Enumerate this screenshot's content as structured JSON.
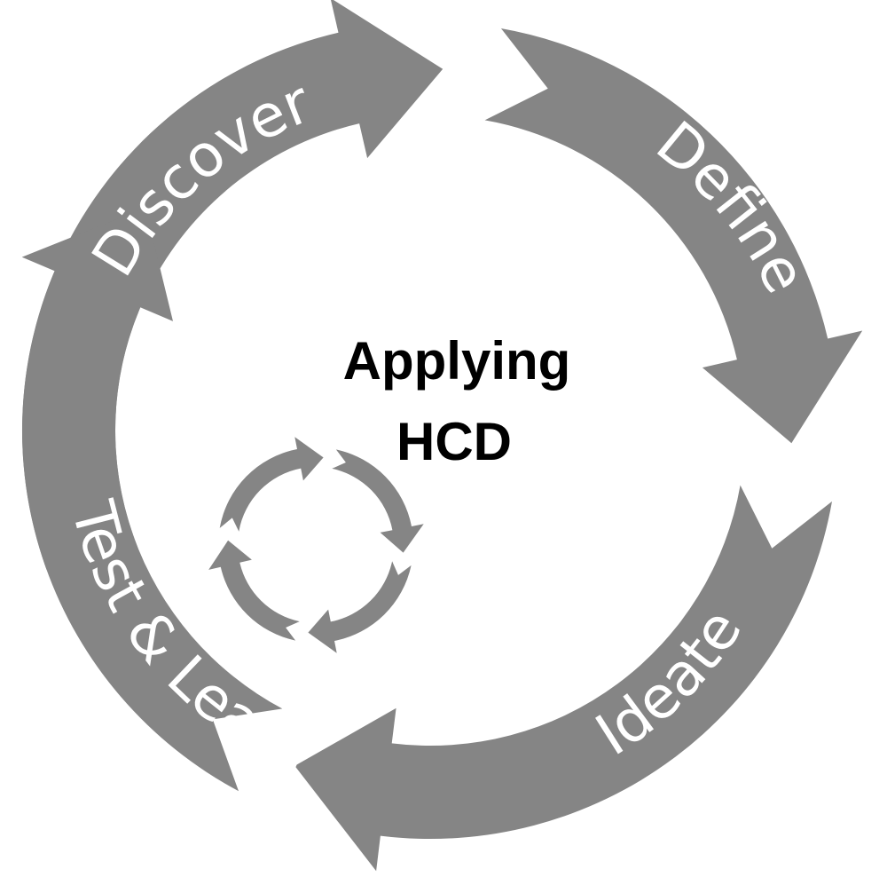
{
  "diagram": {
    "center_title": {
      "line1": "Applying",
      "line2": "HCD"
    },
    "stages": [
      {
        "label": "Discover"
      },
      {
        "label": "Define"
      },
      {
        "label": "Ideate"
      },
      {
        "label": "Test & Learn"
      }
    ],
    "colors": {
      "arrow_fill": "#858585",
      "label_text": "#ffffff",
      "title_text": "#000000",
      "background": "#ffffff"
    },
    "icons": [
      "cycle-arrows-icon"
    ]
  }
}
